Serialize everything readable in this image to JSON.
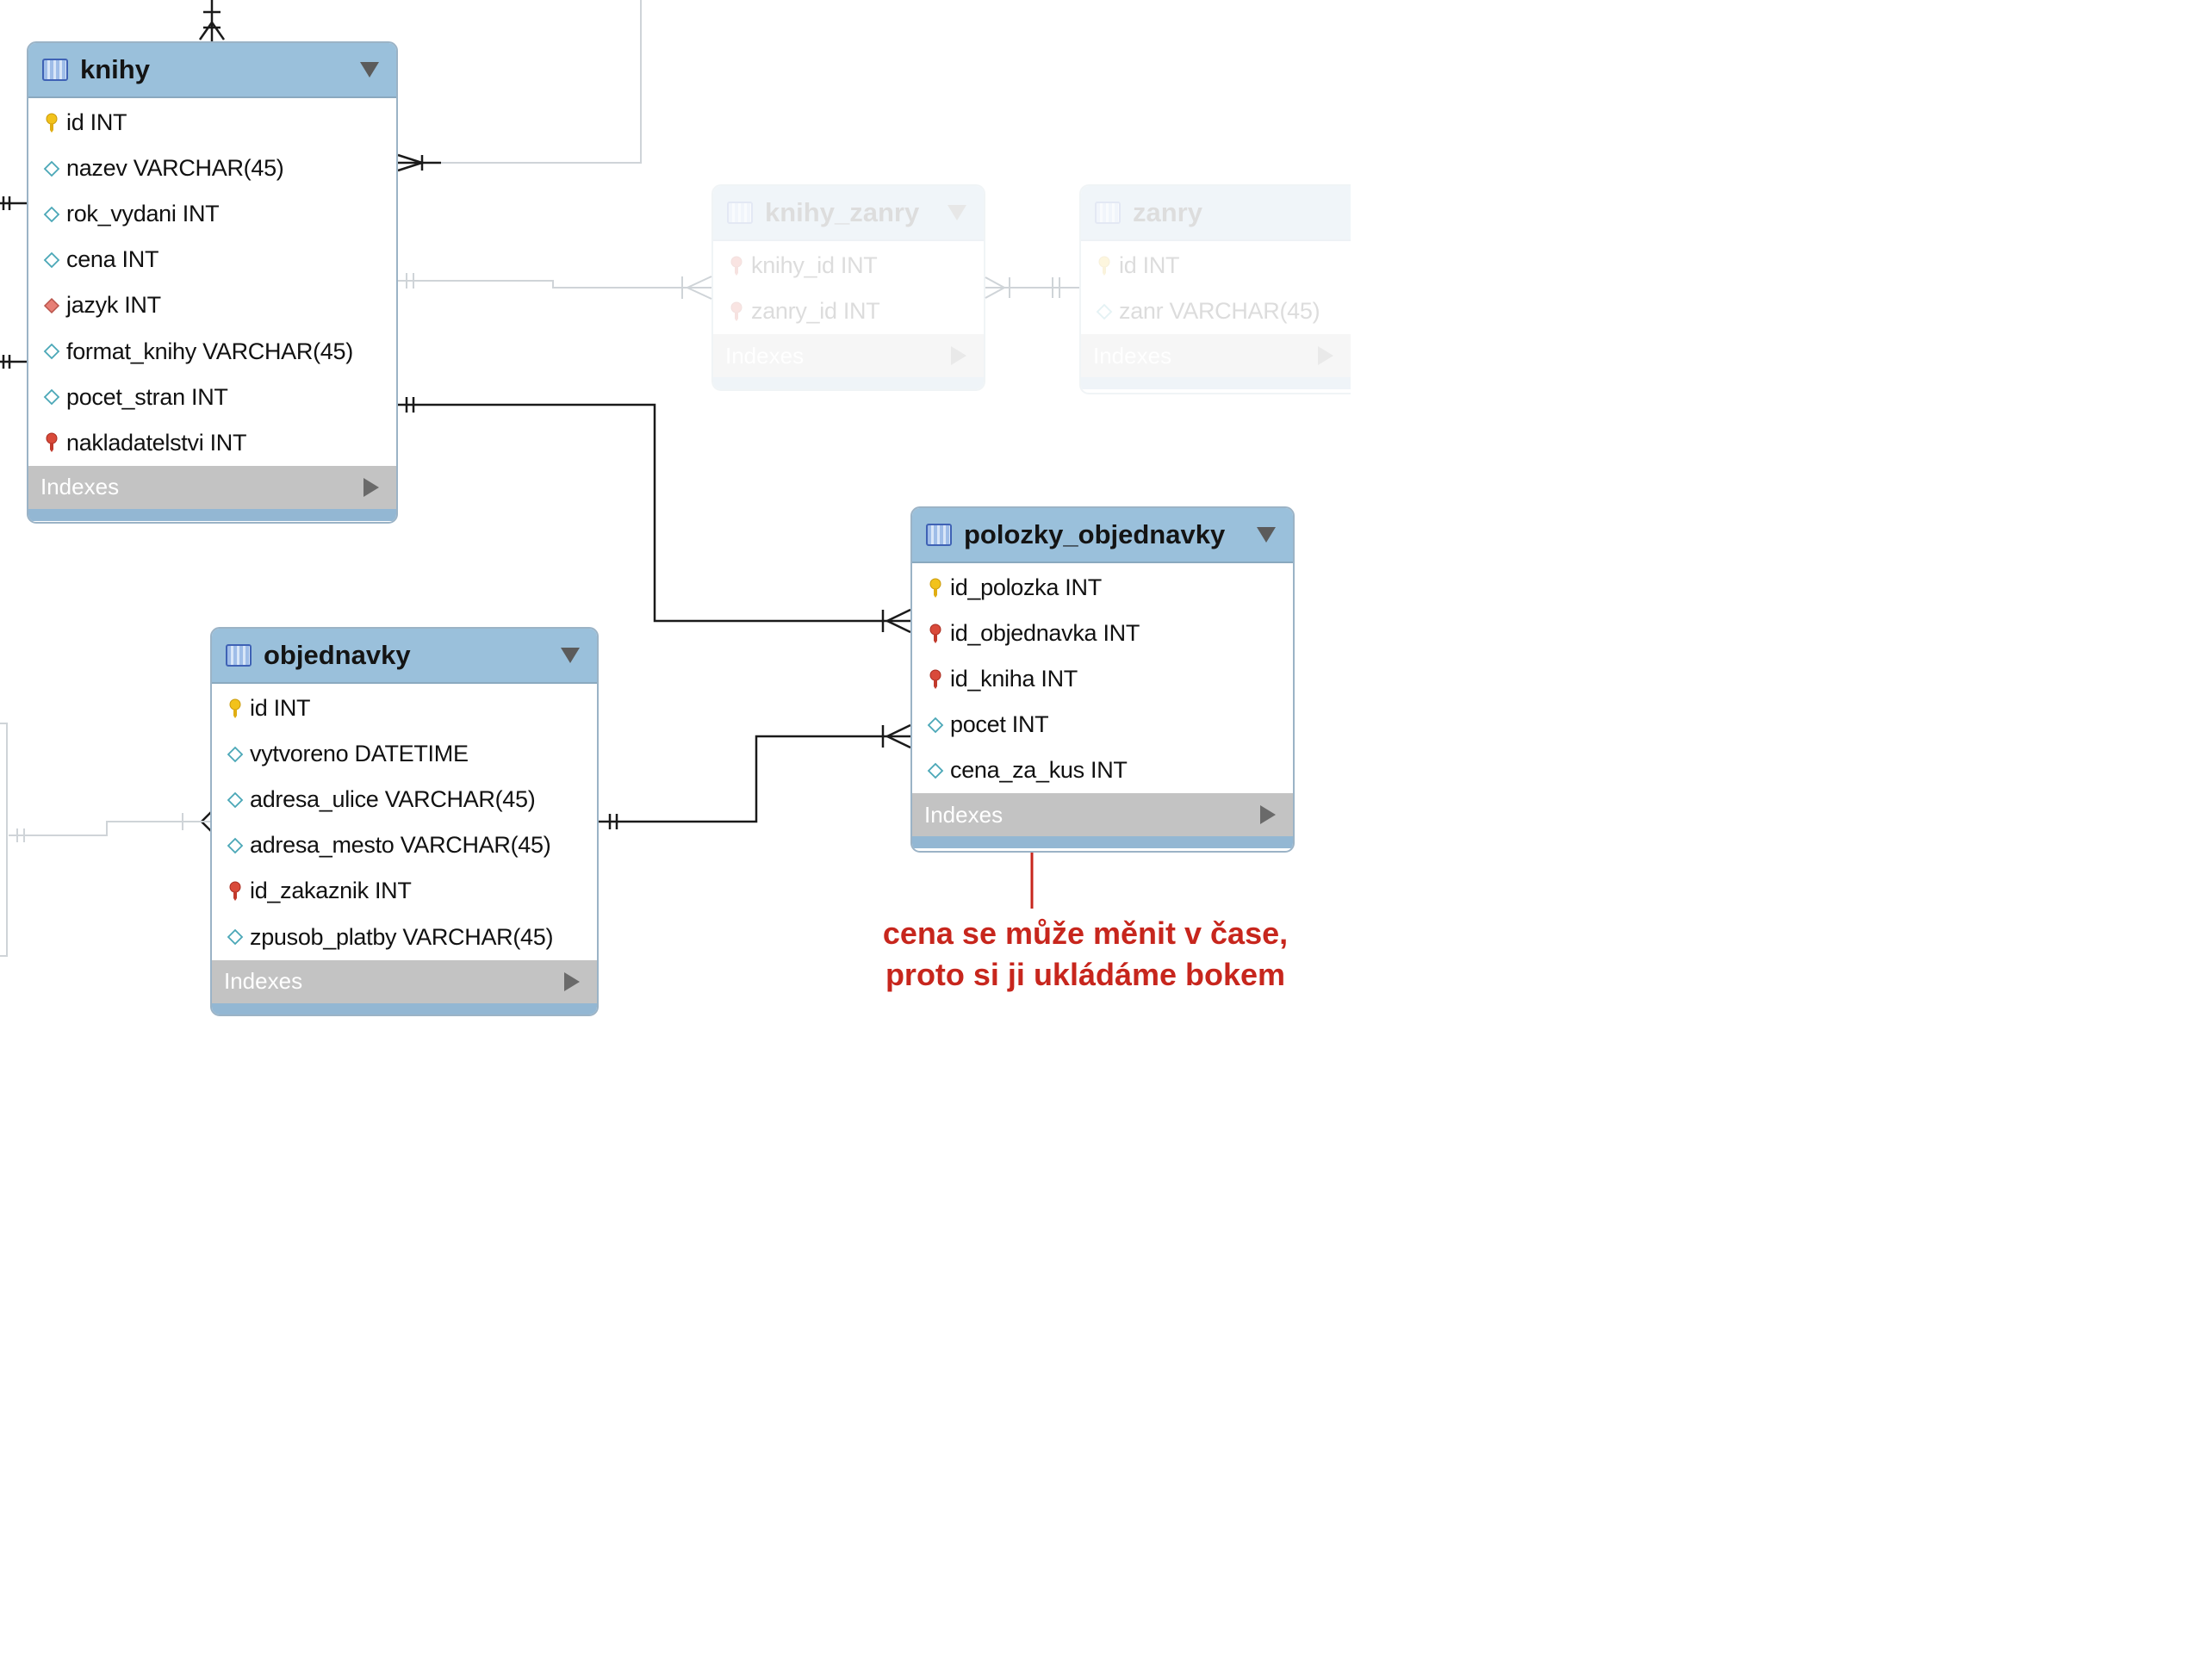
{
  "colors": {
    "header": "#9ac0db",
    "border": "#9bb3c6",
    "indexes_bar": "#c3c3c3",
    "annotation": "#c7261d",
    "line": "#111111"
  },
  "tables": {
    "knihy": {
      "name": "knihy",
      "indexes": "Indexes",
      "columns": [
        {
          "text": "id INT",
          "icon": "primary-key-icon"
        },
        {
          "text": "nazev VARCHAR(45)",
          "icon": "column-diamond-icon"
        },
        {
          "text": "rok_vydani INT",
          "icon": "column-diamond-icon"
        },
        {
          "text": "cena INT",
          "icon": "column-diamond-icon"
        },
        {
          "text": "jazyk INT",
          "icon": "foreign-column-diamond-icon"
        },
        {
          "text": "format_knihy VARCHAR(45)",
          "icon": "column-diamond-icon"
        },
        {
          "text": "pocet_stran INT",
          "icon": "column-diamond-icon"
        },
        {
          "text": "nakladatelstvi INT",
          "icon": "foreign-key-icon"
        }
      ]
    },
    "knihy_zanry": {
      "name": "knihy_zanry",
      "indexes": "Indexes",
      "columns": [
        {
          "text": "knihy_id INT",
          "icon": "foreign-key-icon"
        },
        {
          "text": "zanry_id INT",
          "icon": "foreign-key-icon"
        }
      ]
    },
    "zanry": {
      "name": "zanry",
      "indexes": "Indexes",
      "columns": [
        {
          "text": "id INT",
          "icon": "primary-key-icon"
        },
        {
          "text": "zanr VARCHAR(45)",
          "icon": "column-diamond-icon"
        }
      ]
    },
    "polozky_objednavky": {
      "name": "polozky_objednavky",
      "indexes": "Indexes",
      "columns": [
        {
          "text": "id_polozka INT",
          "icon": "primary-key-icon"
        },
        {
          "text": "id_objednavka INT",
          "icon": "foreign-key-icon"
        },
        {
          "text": "id_kniha INT",
          "icon": "foreign-key-icon"
        },
        {
          "text": "pocet INT",
          "icon": "column-diamond-icon"
        },
        {
          "text": "cena_za_kus INT",
          "icon": "column-diamond-icon"
        }
      ]
    },
    "objednavky": {
      "name": "objednavky",
      "indexes": "Indexes",
      "columns": [
        {
          "text": "id INT",
          "icon": "primary-key-icon"
        },
        {
          "text": "vytvoreno DATETIME",
          "icon": "column-diamond-icon"
        },
        {
          "text": "adresa_ulice VARCHAR(45)",
          "icon": "column-diamond-icon"
        },
        {
          "text": "adresa_mesto VARCHAR(45)",
          "icon": "column-diamond-icon"
        },
        {
          "text": "id_zakaznik INT",
          "icon": "foreign-key-icon"
        },
        {
          "text": "zpusob_platby VARCHAR(45)",
          "icon": "column-diamond-icon"
        }
      ]
    }
  },
  "annotation": {
    "line1": "cena se může měnit v čase,",
    "line2": "proto si ji ukládáme bokem"
  }
}
